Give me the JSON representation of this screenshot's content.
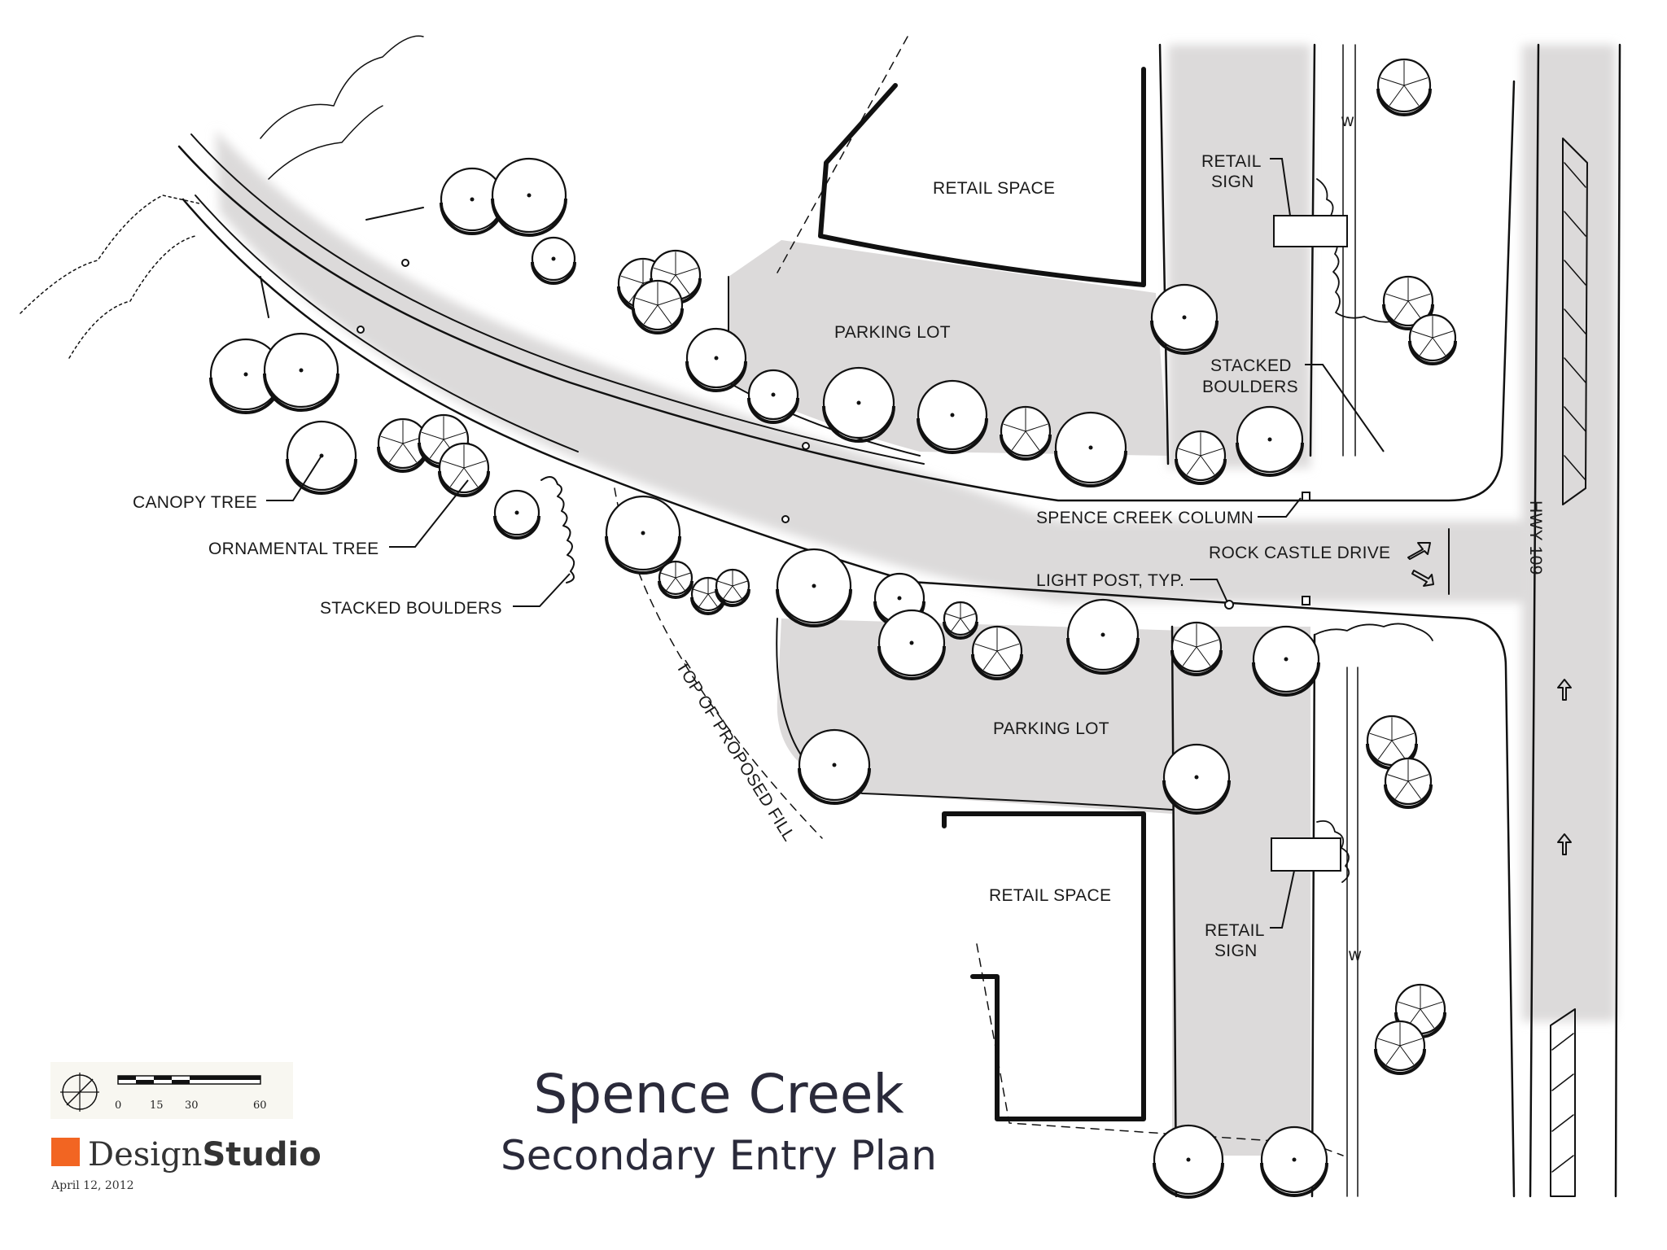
{
  "labels": {
    "retail_space_top": "RETAIL SPACE",
    "retail_space_bottom": "RETAIL SPACE",
    "parking_lot_top": "PARKING LOT",
    "parking_lot_bottom": "PARKING LOT",
    "retail_sign_top_1": "RETAIL",
    "retail_sign_top_2": "SIGN",
    "retail_sign_bottom_1": "RETAIL",
    "retail_sign_bottom_2": "SIGN",
    "stacked_boulders_right_1": "STACKED",
    "stacked_boulders_right_2": "BOULDERS",
    "stacked_boulders_left": "STACKED BOULDERS",
    "canopy_tree": "CANOPY TREE",
    "ornamental_tree": "ORNAMENTAL TREE",
    "spence_creek_column": "SPENCE CREEK COLUMN",
    "rock_castle_drive": "ROCK CASTLE DRIVE",
    "light_post": "LIGHT POST, TYP.",
    "hwy": "HWY 109",
    "top_of_fill": "TOP OF PROPOSED FILL",
    "water_mark_1": "w",
    "water_mark_2": "w"
  },
  "title": {
    "main": "Spence Creek",
    "sub": "Secondary Entry Plan"
  },
  "scale": {
    "ticks": [
      "0",
      "15",
      "30",
      "60"
    ]
  },
  "logo": {
    "name_part1": "Design",
    "name_part2": "Studio",
    "date": "April 12, 2012",
    "accent_color": "#f26522"
  },
  "icons": {
    "north_arrow": "north-arrow-icon",
    "traffic_arrow": "traffic-arrow-icon"
  }
}
